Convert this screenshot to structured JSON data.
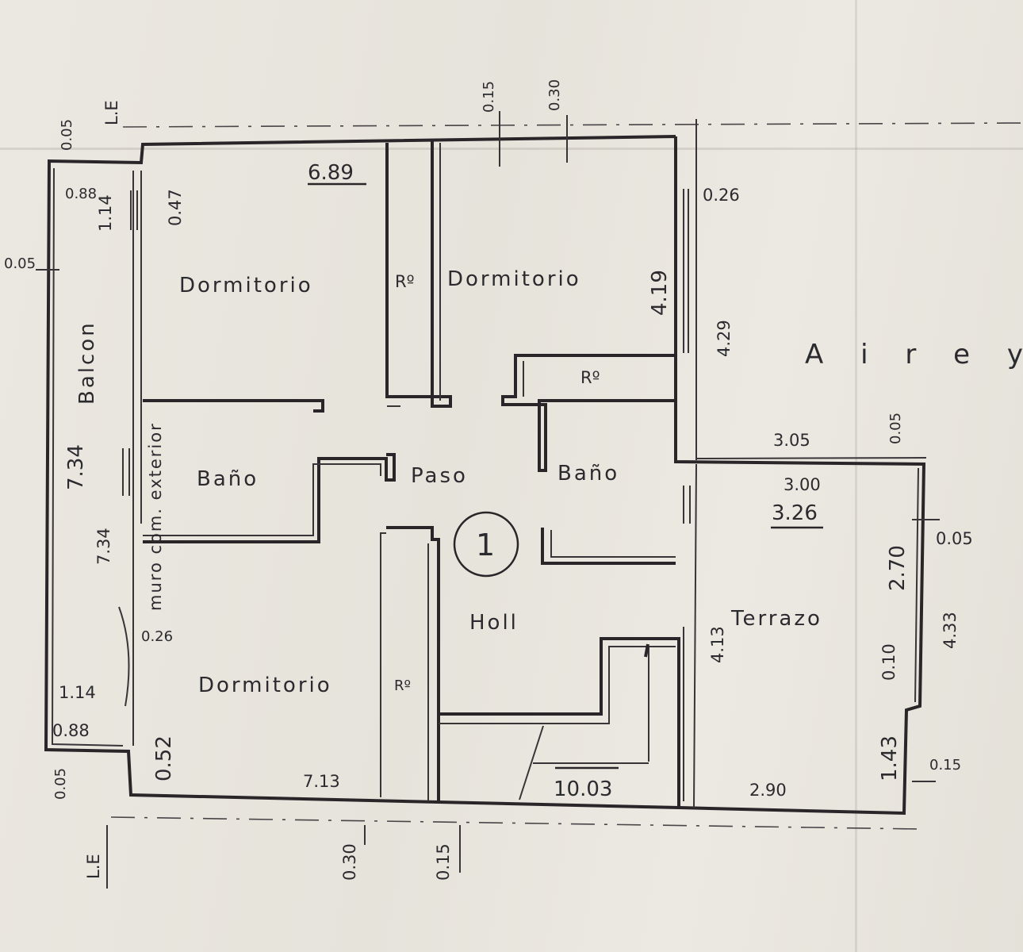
{
  "rooms": {
    "dorm_top_left": "Dormitorio",
    "dorm_top_right": "Dormitorio",
    "dorm_bottom": "Dormitorio",
    "bano_left": "Baño",
    "bano_right": "Baño",
    "paso": "Paso",
    "holl": "Holl",
    "terrazo": "Terrazo",
    "balcon": "Balcon",
    "muro": "muro com. exterior",
    "ro_1": "Rº",
    "ro_2": "Rº",
    "ro_3": "Rº"
  },
  "unit_number": "1",
  "aire": "A i r e  y",
  "line_markers": {
    "le_top": "L.E",
    "le_bottom": "L.E"
  },
  "dimensions": {
    "top_015": "0.15",
    "top_030": "0.30",
    "top_005": "0.05",
    "left_005": "0.05",
    "d_688": "0.88",
    "d_114_top": "1.14",
    "d_047": "0.47",
    "d_689": "6.89",
    "d_026_right": "0.26",
    "d_419": "4.19",
    "d_429": "4.29",
    "d_734_bold": "7.34",
    "d_734": "7.34",
    "d_026_left": "0.26",
    "d_114_bottom": "1.14",
    "d_088_bottom": "0.88",
    "d_005_bottom": "0.05",
    "d_052": "0.52",
    "d_713": "7.13",
    "d_1003": "10.03",
    "d_030_bottom": "0.30",
    "d_015_bottom": "0.15",
    "d_305": "3.05",
    "d_005_terr": "0.05",
    "d_300": "3.00",
    "d_326": "3.26",
    "d_270": "2.70",
    "d_005_right": "0.05",
    "d_413": "4.13",
    "d_433": "4.33",
    "d_010": "0.10",
    "d_143": "1.43",
    "d_015_right": "0.15",
    "d_290": "2.90"
  }
}
